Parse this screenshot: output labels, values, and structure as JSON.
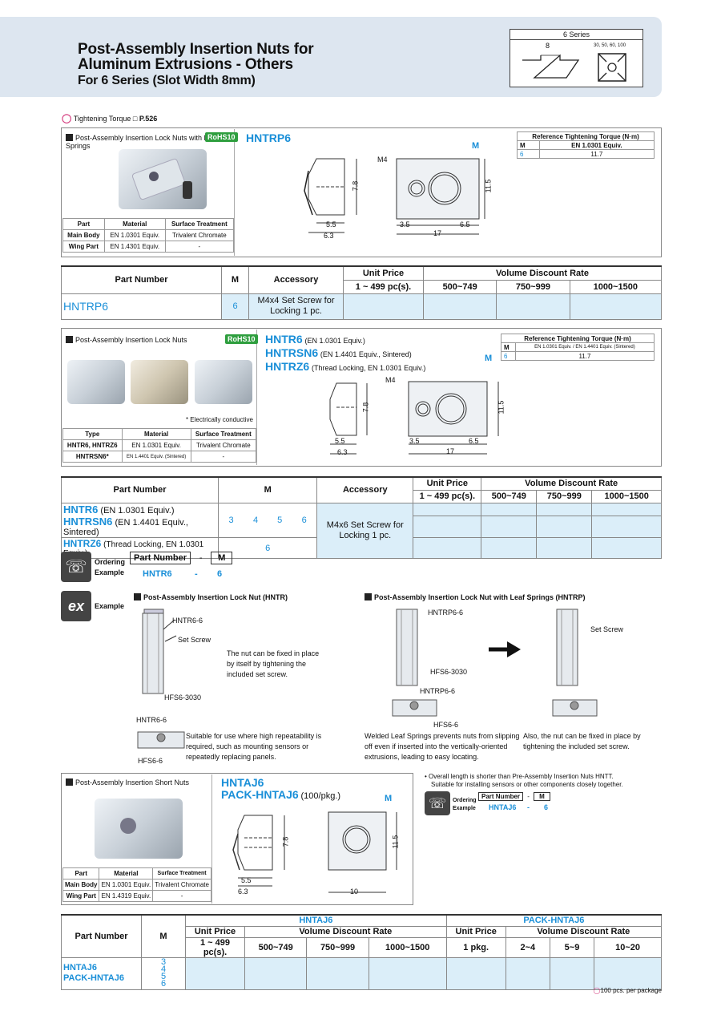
{
  "header": {
    "title_line1": "Post-Assembly Insertion Nuts for",
    "title_line2": "Aluminum Extrusions - Others",
    "title_line3": "For 6 Series (Slot Width 8mm)",
    "series_label": "6 Series",
    "slot_width": "8",
    "sizes": "30, 50, 60, 100"
  },
  "torque_note": {
    "label": "Tightening Torque",
    "ref": "P.526"
  },
  "s1": {
    "panel_title": "Post-Assembly Insertion Lock Nuts with Leaf Springs",
    "rohs": "RoHS10",
    "product": "HNTRP6",
    "spec_headers": [
      "Part",
      "Material",
      "Surface Treatment"
    ],
    "spec_rows": [
      [
        "Main Body",
        "EN 1.0301 Equiv.",
        "Trivalent Chromate"
      ],
      [
        "Wing Part",
        "EN 1.4301 Equiv.",
        "-"
      ]
    ],
    "ref_title": "Reference Tightening Torque (N·m)",
    "ref_m": "M",
    "ref_mat": "EN 1.0301 Equiv.",
    "ref_size": "6",
    "ref_val": "11.7",
    "dims": {
      "m4": "M4",
      "m": "M",
      "d78": "7.8",
      "d115": "11.5",
      "d55": "5.5",
      "d63": "6.3",
      "d35": "3.5",
      "d65": "6.5",
      "d17": "17"
    },
    "table": {
      "h_part": "Part Number",
      "h_m": "M",
      "h_acc": "Accessory",
      "h_unit": "Unit Price",
      "h_vdr": "Volume Discount Rate",
      "h_qty": "1 ~ 499 pc(s).",
      "h_q1": "500~749",
      "h_q2": "750~999",
      "h_q3": "1000~1500",
      "part": "HNTRP6",
      "m": "6",
      "acc": "M4x4 Set Screw for Locking 1 pc."
    }
  },
  "s2": {
    "panel_title": "Post-Assembly Insertion Lock Nuts",
    "rohs": "RoHS10",
    "p1": "HNTR6",
    "p1_note": "(EN 1.0301 Equiv.)",
    "p2": "HNTRSN6",
    "p2_note": "(EN 1.4401 Equiv., Sintered)",
    "p3": "HNTRZ6",
    "p3_note": "(Thread Locking, EN 1.0301 Equiv.)",
    "conductive_note": "* Electrically conductive",
    "spec_headers": [
      "Type",
      "Material",
      "Surface Treatment"
    ],
    "spec_rows": [
      [
        "HNTR6, HNTRZ6",
        "EN 1.0301 Equiv.",
        "Trivalent Chromate"
      ],
      [
        "HNTRSN6*",
        "EN 1.4401 Equiv. (Sintered)",
        "-"
      ]
    ],
    "ref_title": "Reference Tightening Torque (N·m)",
    "ref_m": "M",
    "ref_mat": "EN 1.0301 Equiv. / EN 1.4401 Equiv. (Sintered)",
    "ref_size": "6",
    "ref_val": "11.7",
    "dims": {
      "m4": "M4",
      "m": "M",
      "d78": "7.8",
      "d115": "11.5",
      "d55": "5.5",
      "d63": "6.3",
      "d35": "3.5",
      "d65": "6.5",
      "d17": "17"
    },
    "table": {
      "h_part": "Part Number",
      "h_m": "M",
      "h_acc": "Accessory",
      "h_unit": "Unit Price",
      "h_vdr": "Volume Discount Rate",
      "h_qty": "1 ~ 499 pc(s).",
      "h_q1": "500~749",
      "h_q2": "750~999",
      "h_q3": "1000~1500",
      "r1_part": "HNTR6",
      "r1_note": "(EN 1.0301 Equiv.)",
      "r2_part": "HNTRSN6",
      "r2_note": "(EN 1.4401 Equiv., Sintered)",
      "r3_part": "HNTRZ6",
      "r3_note": "(Thread Locking, EN 1.0301 Equiv.)",
      "m_vals": [
        "3",
        "4",
        "5",
        "6"
      ],
      "m_r3": "6",
      "acc": "M4x6 Set Screw for Locking 1 pc."
    }
  },
  "ordering": {
    "label1": "Ordering",
    "label2": "Example",
    "h_part": "Part Number",
    "dash": "-",
    "h_m": "M",
    "v_part": "HNTR6",
    "v_m": "6"
  },
  "example": {
    "label": "Example",
    "left_title": "Post-Assembly Insertion Lock Nut (HNTR)",
    "right_title": "Post-Assembly Insertion Lock Nut with Leaf Springs (HNTRP)",
    "l_hntr": "HNTR6-6",
    "l_screw": "Set Screw",
    "l_hfs": "HFS6-3030",
    "l_desc": "The nut can be fixed in place by itself by tightening the included set screw.",
    "l_hntr2": "HNTR6-6",
    "l_hfs2": "HFS6-6",
    "l_desc2": "Suitable for use where high repeatability is required, such as mounting sensors or repeatedly replacing panels.",
    "r_hntrp": "HNTRP6-6",
    "r_hfs": "HFS6-3030",
    "r_hntrp2": "HNTRP6-6",
    "r_hfs2": "HFS6-6",
    "r_screw": "Set Screw",
    "r_desc1": "Welded Leaf Springs prevents nuts from slipping off even if inserted into the vertically-oriented extrusions, leading to easy locating.",
    "r_desc2": "Also, the nut can be fixed in place by tightening the included set screw."
  },
  "s3": {
    "panel_title": "Post-Assembly Insertion Short Nuts",
    "p1": "HNTAJ6",
    "p2": "PACK-HNTAJ6",
    "p2_note": "(100/pkg.)",
    "spec_headers": [
      "Part",
      "Material",
      "Surface Treatment"
    ],
    "spec_rows": [
      [
        "Main Body",
        "EN 1.0301 Equiv.",
        "Trivalent Chromate"
      ],
      [
        "Wing Part",
        "EN 1.4319 Equiv.",
        "-"
      ]
    ],
    "dims": {
      "m": "M",
      "d78": "7.8",
      "d115": "11.5",
      "d55": "5.5",
      "d63": "6.3",
      "d10": "10"
    },
    "note1": "• Overall length is shorter than Pre-Assembly Insertion Nuts HNTT.",
    "note2": "Suitable for installing sensors or other components closely together.",
    "ord": {
      "label1": "Ordering",
      "label2": "Example",
      "h_part": "Part Number",
      "dash": "-",
      "h_m": "M",
      "v_part": "HNTAJ6",
      "v_m": "6"
    },
    "table": {
      "h_part": "Part Number",
      "h_m": "M",
      "g1": "HNTAJ6",
      "g2": "PACK-HNTAJ6",
      "h_unit": "Unit Price",
      "h_vdr": "Volume Discount Rate",
      "h_qty": "1 ~ 499 pc(s).",
      "h_q1": "500~749",
      "h_q2": "750~999",
      "h_q3": "1000~1500",
      "h_pkg": "1 pkg.",
      "h_p1": "2~4",
      "h_p2": "5~9",
      "h_p3": "10~20",
      "part1": "HNTAJ6",
      "part2": "PACK-HNTAJ6",
      "m_vals": [
        "3",
        "4",
        "5",
        "6"
      ]
    },
    "footer": "100 pcs. per package"
  },
  "colors": {
    "accent": "#1a8fd8",
    "cell_bg": "#dbeef9",
    "header_band": "#dde6f0",
    "rohs": "#2e9e3e"
  }
}
